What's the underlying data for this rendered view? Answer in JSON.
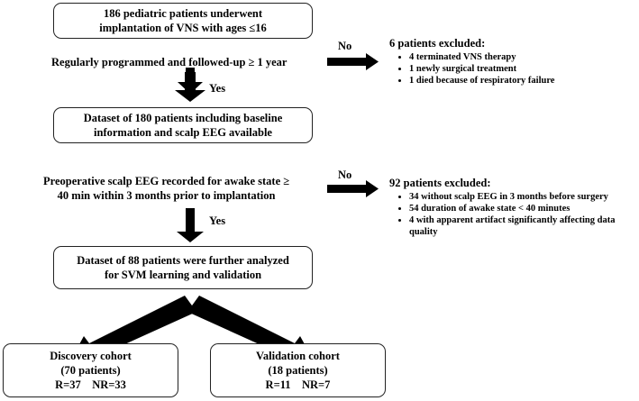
{
  "boxes": {
    "b1": [
      "186 pediatric patients underwent",
      "implantation of VNS with ages ≤16"
    ],
    "b2": [
      "Dataset of 180 patients including baseline",
      "information and scalp EEG available"
    ],
    "b3": [
      "Dataset of 88 patients were further analyzed",
      "for SVM learning and validation"
    ],
    "discovery": [
      "Discovery cohort",
      "(70 patients)",
      "R=37    NR=33"
    ],
    "validation": [
      "Validation cohort",
      "(18 patients)",
      "R=11    NR=7"
    ]
  },
  "criteria": {
    "c1": "Regularly programmed and followed-up ≥ 1 year",
    "c2": [
      "Preoperative scalp EEG recorded for awake state ≥",
      "40 min within 3 months prior to implantation"
    ]
  },
  "labels": {
    "yes": "Yes",
    "no": "No"
  },
  "exclusions": {
    "e1": {
      "title": "6 patients excluded:",
      "items": [
        "4 terminated VNS therapy",
        "1 newly surgical treatment",
        "1 died because of respiratory failure"
      ]
    },
    "e2": {
      "title": "92 patients excluded:",
      "items": [
        "34 without scalp EEG in 3 months before surgery",
        "54 duration of awake state < 40 minutes",
        "4   with apparent artifact significantly affecting data quality"
      ]
    }
  }
}
